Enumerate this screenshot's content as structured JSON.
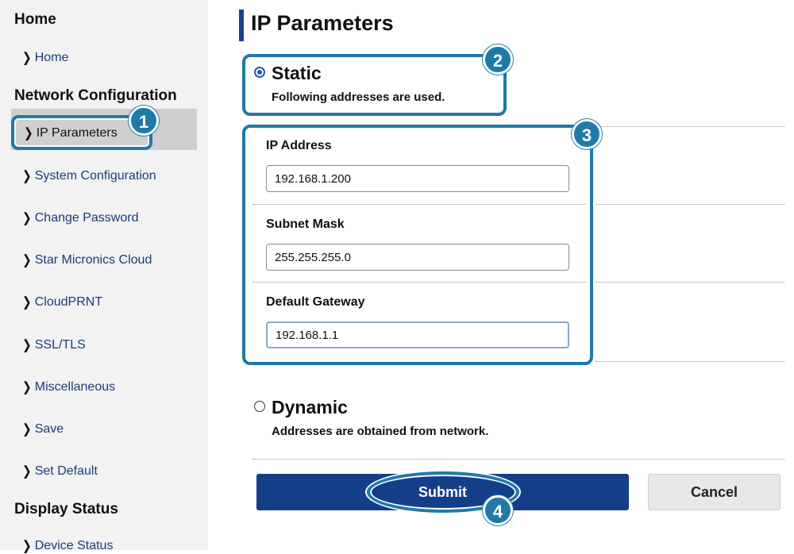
{
  "sidebar": {
    "home_heading": "Home",
    "home_item": "Home",
    "network_heading": "Network Configuration",
    "network_items": [
      "IP Parameters",
      "System Configuration",
      "Change Password",
      "Star Micronics Cloud",
      "CloudPRNT",
      "SSL/TLS",
      "Miscellaneous",
      "Save",
      "Set Default"
    ],
    "display_heading": "Display Status",
    "display_item": "Device Status",
    "chevron": "›"
  },
  "main": {
    "title": "IP Parameters",
    "static": {
      "label": "Static",
      "description": "Following addresses are used.",
      "selected": true
    },
    "fields": {
      "ip_label": "IP Address",
      "ip_value": "192.168.1.200",
      "subnet_label": "Subnet Mask",
      "subnet_value": "255.255.255.0",
      "gateway_label": "Default Gateway",
      "gateway_value": "192.168.1.1"
    },
    "dynamic": {
      "label": "Dynamic",
      "description": "Addresses are obtained from network.",
      "selected": false
    },
    "submit_label": "Submit",
    "cancel_label": "Cancel"
  },
  "callouts": [
    "1",
    "2",
    "3",
    "4"
  ],
  "colors": {
    "accent": "#1f7aa8",
    "primary_button": "#143f88",
    "sidebar_bg": "#f2f2f2",
    "link": "#1a3c78"
  }
}
